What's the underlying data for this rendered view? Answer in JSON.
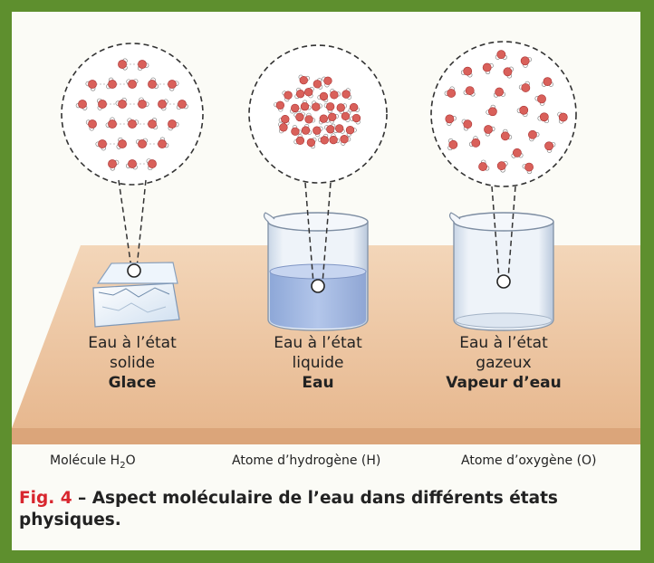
{
  "states": [
    {
      "line1": "Eau à l’état",
      "line2": "solide",
      "name": "Glace"
    },
    {
      "line1": "Eau à l’état",
      "line2": "liquide",
      "name": "Eau"
    },
    {
      "line1": "Eau à l’état",
      "line2": "gazeux",
      "name": "Vapeur d’eau"
    }
  ],
  "legend": {
    "molecule": "Molécule H",
    "molecule_sub": "2",
    "molecule_end": "O",
    "hydrogen": "Atome d’hydrogène (H)",
    "oxygen": "Atome d’oxygène (O)"
  },
  "caption": {
    "fig": "Fig. 4",
    "text": " – Aspect moléculaire de l’eau dans différents états physiques."
  },
  "colors": {
    "frame": "#5e8f2e",
    "oxygen": "#d9605a",
    "hydrogen": "#ffffff",
    "table": "#efc9a6",
    "water": "#a9bde6",
    "fig_red": "#d8262e"
  }
}
